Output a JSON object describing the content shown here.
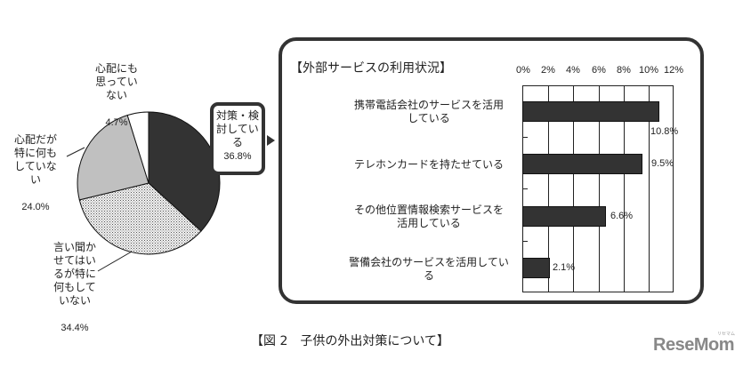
{
  "chart_data": [
    {
      "type": "pie",
      "title": "子供の外出対策について",
      "slices": [
        {
          "label": "対策・検討している",
          "value": 36.8,
          "value_label": "36.8%",
          "color": "#333333",
          "pattern": "solid"
        },
        {
          "label": "言い聞かせてはいるが特に何もしていない",
          "value": 34.4,
          "value_label": "34.4%",
          "color": "#e0e0e0",
          "pattern": "dotted"
        },
        {
          "label": "心配だが特に何もしていない",
          "value": 24.0,
          "value_label": "24.0%",
          "color": "#c0c0c0",
          "pattern": "solid"
        },
        {
          "label": "心配にも思っていない",
          "value": 4.7,
          "value_label": "4.7%",
          "color": "#ffffff",
          "pattern": "solid"
        }
      ],
      "start_angle": "12 o'clock, clockwise"
    },
    {
      "type": "bar",
      "orientation": "horizontal",
      "title": "【外部サービスの利用状況】",
      "categories": [
        "携帯電話会社のサービスを活用している",
        "テレホンカードを持たせている",
        "その他位置情報検索サービスを活用している",
        "警備会社のサービスを活用している"
      ],
      "values": [
        10.8,
        9.5,
        6.6,
        2.1
      ],
      "value_labels": [
        "10.8%",
        "9.5%",
        "6.6%",
        "2.1%"
      ],
      "xlabel": "",
      "ylabel": "",
      "xlim": [
        0,
        12
      ],
      "xticks": [
        "0%",
        "2%",
        "4%",
        "6%",
        "8%",
        "10%",
        "12%"
      ],
      "grid": true,
      "axis_position": "top",
      "bar_color": "#333333"
    }
  ],
  "pie": {
    "labels": {
      "taisaku": {
        "text": "対策・検\n討してい\nる",
        "pct": "36.8%"
      },
      "iikikase": {
        "text": "言い聞か\nせてはい\nるが特に\n何もして\nいない",
        "pct": "34.4%"
      },
      "shinpai": {
        "text": "心配だが\n特に何も\nしていな\nい",
        "pct": "24.0%"
      },
      "nashi": {
        "text": "心配にも\n思ってい\nない",
        "pct": "4.7%"
      }
    }
  },
  "panel": {
    "title": "【外部サービスの利用状況】",
    "ticks": [
      "0%",
      "2%",
      "4%",
      "6%",
      "8%",
      "10%",
      "12%"
    ],
    "rows": [
      {
        "label": "携帯電話会社のサービスを活用\nしている",
        "value": "10.8%"
      },
      {
        "label": "テレホンカードを持たせている",
        "value": "9.5%"
      },
      {
        "label": "その他位置情報検索サービスを\n活用している",
        "value": "6.6%"
      },
      {
        "label": "警備会社のサービスを活用してい\nる",
        "value": "2.1%"
      }
    ]
  },
  "caption": "【図 2　子供の外出対策について】",
  "logo": {
    "text": "ReseMom",
    "sub": "リセマム"
  }
}
